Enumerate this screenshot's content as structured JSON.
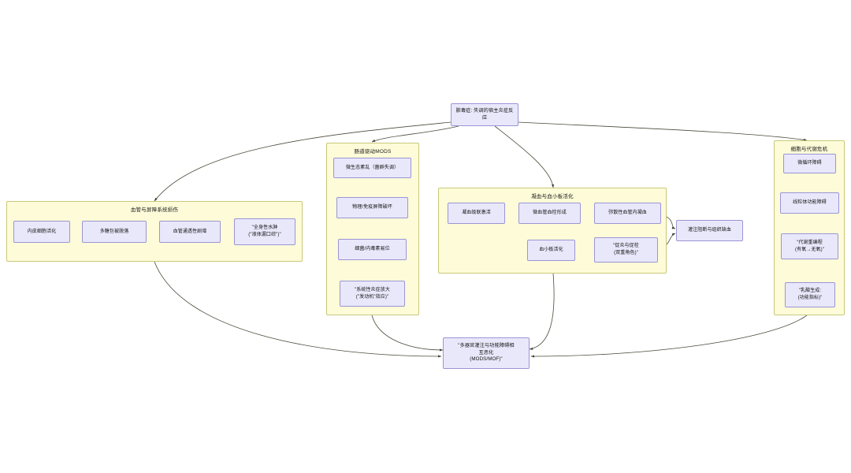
{
  "diagram": {
    "title_node": {
      "id": "sepsis",
      "label": "脓毒症: 失调的宿主炎症反\n应"
    },
    "sink_node": {
      "id": "mods",
      "label": "\"多器官灌注与功能障碍相\n互恶化\n(MODS/MOF)\""
    },
    "groups": [
      {
        "id": "vascular",
        "label": "血管与屏障系统损伤",
        "nodes": [
          {
            "id": "endo",
            "label": "内皮细胞活化"
          },
          {
            "id": "glyco",
            "label": "多糖包被脱落"
          },
          {
            "id": "perm",
            "label": "血管通透性剧增"
          },
          {
            "id": "edema",
            "label": "\"全身性水肿\n(\"液体漏口综\")\""
          }
        ]
      },
      {
        "id": "gut",
        "label": "肠道驱动MODS",
        "nodes": [
          {
            "id": "dysbiosis",
            "label": "微生态紊乱（菌群失调）"
          },
          {
            "id": "barrier",
            "label": "物理/免疫屏障破坏"
          },
          {
            "id": "translocation",
            "label": "细菌/内毒素易位"
          },
          {
            "id": "amplify",
            "label": "\"系统性炎症放大\n(\"发动机\"效应)\""
          }
        ]
      },
      {
        "id": "coagulation",
        "label": "凝血与血小板活化",
        "nodes": [
          {
            "id": "cascade",
            "label": "凝血级联激活"
          },
          {
            "id": "thrombus",
            "label": "微血管血栓形成"
          },
          {
            "id": "dic",
            "label": "弥散性血管内凝血"
          },
          {
            "id": "platelet",
            "label": "血小板活化"
          },
          {
            "id": "dual",
            "label": "\"促炎与促栓\n(双重角色)\""
          },
          {
            "id": "ischemia",
            "label": "灌注阻断与组织缺血"
          }
        ]
      },
      {
        "id": "metabolic",
        "label": "细胞与代谢危机",
        "nodes": [
          {
            "id": "micro",
            "label": "微循环障碍"
          },
          {
            "id": "mito",
            "label": "线粒体功能障碍"
          },
          {
            "id": "reprogram",
            "label": "\"代谢重编程\n(有氧→无氧)\""
          },
          {
            "id": "lactate",
            "label": "\"乳酸生成:\n(功能指标)\""
          }
        ]
      }
    ],
    "colors": {
      "group_fill": "#fdfbd8",
      "group_border": "#c9c97a",
      "node_fill": "#e9e8fb",
      "node_border": "#9a95d6",
      "edge": "#4a4a3a",
      "background": "#ffffff"
    }
  }
}
